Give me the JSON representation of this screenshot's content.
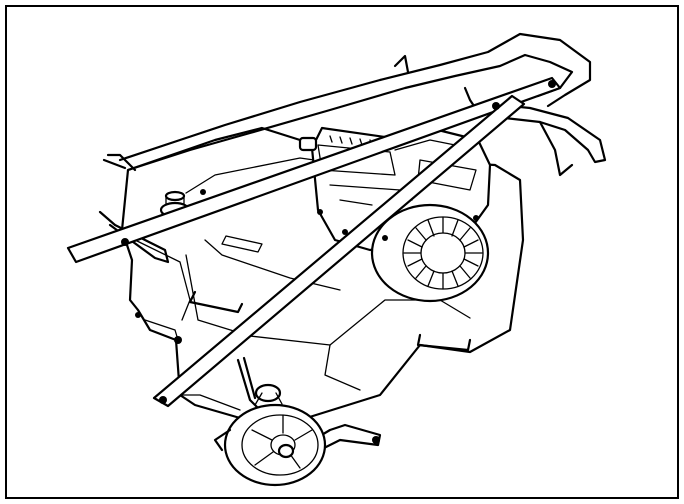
{
  "figure": {
    "subject": "",
    "line_color": "#000000",
    "background": "#ffffff",
    "components": [
      "frame-border",
      "handle-bar",
      "cross-brace",
      "machine-housing",
      "engine",
      "recoil-starter",
      "fuel-tank",
      "wheel",
      "wheel-bracket",
      "side-handle",
      "knob"
    ]
  }
}
